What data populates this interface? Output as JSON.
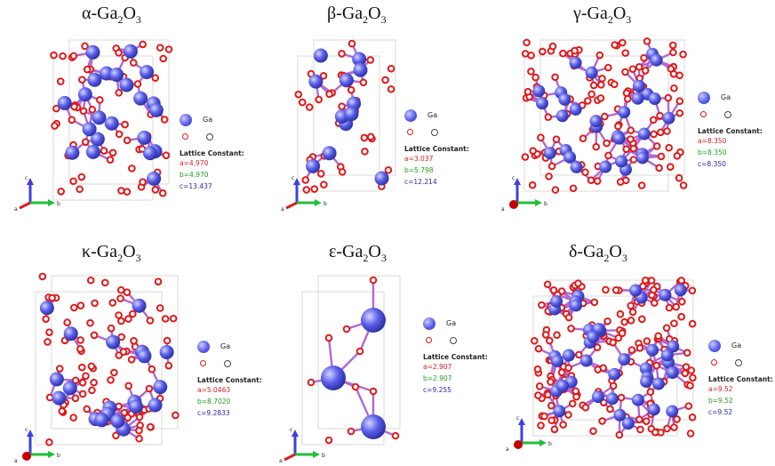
{
  "panels": [
    {
      "title_main": "α-Ga",
      "sub1": "2",
      "mid": "O",
      "sub2": "3",
      "ga": "Ga",
      "o": "O",
      "lc": "Lattice Constant:",
      "a": "a=4.970",
      "b": "b=4.970",
      "c": "c=13.437",
      "ax_a": "a",
      "ax_b": "b",
      "ax_c": "c"
    },
    {
      "title_main": "β-Ga",
      "sub1": "2",
      "mid": "O",
      "sub2": "3",
      "ga": "Ga",
      "o": "O",
      "lc": "Lattice Constant:",
      "a": "a=3.037",
      "b": "b=5.798",
      "c": "c=12.214",
      "ax_a": "a",
      "ax_b": "b",
      "ax_c": "c"
    },
    {
      "title_main": "γ-Ga",
      "sub1": "2",
      "mid": "O",
      "sub2": "3",
      "ga": "Ga",
      "o": "O",
      "lc": "Lattice Constant:",
      "a": "a=8.350",
      "b": "b=8.350",
      "c": "c=8.350",
      "ax_a": "a",
      "ax_b": "b",
      "ax_c": "c"
    },
    {
      "title_main": "κ-Ga",
      "sub1": "2",
      "mid": "O",
      "sub2": "3",
      "ga": "Ga",
      "o": "O",
      "lc": "Lattice Constant:",
      "a": "a=5.0463",
      "b": "b=8.7020",
      "c": "c=9.2833",
      "ax_a": "a",
      "ax_b": "b",
      "ax_c": "c"
    },
    {
      "title_main": "ε-Ga",
      "sub1": "2",
      "mid": "O",
      "sub2": "3",
      "ga": "Ga",
      "o": "O",
      "lc": "Lattice Constant:",
      "a": "a=2.907",
      "b": "b=2.907",
      "c": "c=9.255",
      "ax_a": "a",
      "ax_b": "b",
      "ax_c": "c"
    },
    {
      "title_main": "δ-Ga",
      "sub1": "2",
      "mid": "O",
      "sub2": "3",
      "ga": "Ga",
      "o": "O",
      "lc": "Lattice Constant:",
      "a": "a=9.52",
      "b": "b=9.52",
      "c": "c=9.52",
      "ax_a": "a",
      "ax_b": "b",
      "ax_c": "c"
    }
  ],
  "colors": {
    "ga": "#5a5ee8",
    "o": "#e01a1a",
    "bond": "#b06ad0",
    "axis_a": "#d81e1e",
    "axis_b": "#1fbf3a",
    "axis_c": "#3f3fe0"
  }
}
